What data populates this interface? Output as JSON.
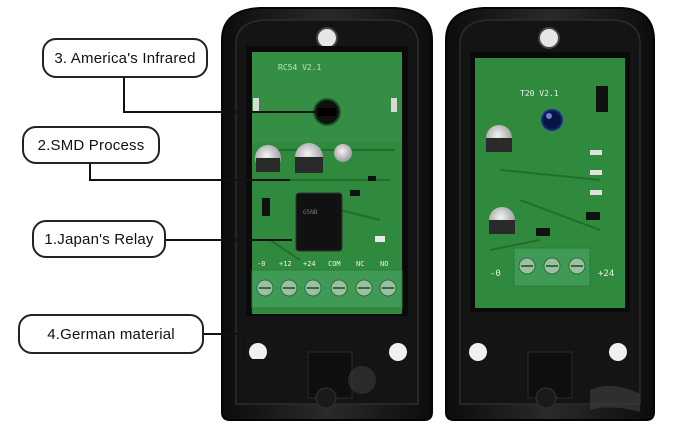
{
  "callouts": {
    "infrared": "3. America's Infrared",
    "smd": "2.SMD Process",
    "relay": "1.Japan's Relay",
    "material": "4.German material"
  },
  "board_left": {
    "model": "RC54 V2.1",
    "terminals": [
      "-0",
      "+12",
      "+24",
      "COM",
      "NC",
      "NO"
    ]
  },
  "board_right": {
    "model": "T20 V2.1",
    "terminal_left": "-0",
    "terminal_right": "+24"
  },
  "colors": {
    "pcb": "#2f8a3e",
    "pcb_dark": "#206c2d",
    "terminal": "#3f9a55",
    "housing": "#1a1a1a",
    "callout_border": "#222222"
  }
}
